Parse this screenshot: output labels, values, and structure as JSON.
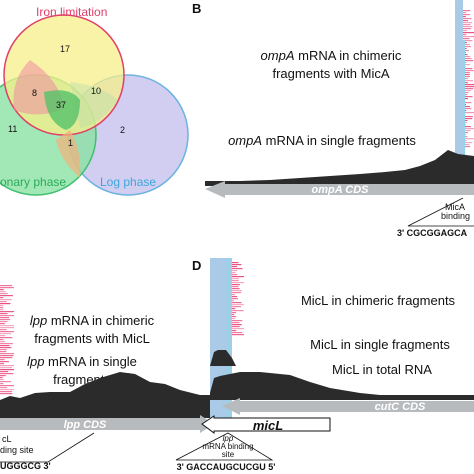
{
  "panel_labels": {
    "b": "B",
    "d": "D"
  },
  "venn": {
    "set_labels": {
      "iron": "Iron limitation",
      "stationary": "onary phase",
      "log": "Log phase"
    },
    "counts": {
      "iron_only": "17",
      "iron_stationary": "8",
      "iron_log": "10",
      "all_three": "37",
      "stationary_only": "11",
      "stationary_log": "1",
      "log_only": "2"
    },
    "colors": {
      "iron": "#f6ef8a",
      "stationary": "#8be2a4",
      "log": "#c9c6ee",
      "iron_edge": "#e0406a",
      "stationary_edge": "#40c070",
      "log_edge": "#6bb3e0"
    }
  },
  "panel_b": {
    "chimeric_label": {
      "gene": "ompA",
      "line1_rest": " mRNA in chimeric",
      "line2": "fragments with MicA"
    },
    "single_label": {
      "gene": "ompA",
      "rest": " mRNA in single fragments"
    },
    "cds_label": "ompA CDS",
    "binding_label": {
      "line1": "MicA",
      "line2": "binding"
    },
    "sequence": "3' CGCGGAGCA"
  },
  "panel_c": {
    "chimeric_label": {
      "gene": "lpp",
      "line1_rest": " mRNA  in chimeric",
      "line2": "fragments with MicL"
    },
    "single_label": {
      "gene": "lpp",
      "line1_rest": " mRNA in single",
      "line2": "fragments"
    },
    "cds_label": "lpp CDS",
    "binding_label": {
      "line1": "cL",
      "line2": "ding site"
    },
    "sequence": "UGGGCG 3'"
  },
  "panel_d": {
    "chimeric_label": "MicL in chimeric fragments",
    "single_label": "MicL in single fragments",
    "total_label": "MicL in total RNA",
    "cds_label": "cutC CDS",
    "gene_label": "micL",
    "binding_label": {
      "gene": "lpp",
      "line2": "mRNA binding",
      "line3": "site"
    },
    "sequence": "3' GACCAUGCUCGU 5'"
  },
  "colors": {
    "coverage": "#2b2b2b",
    "cds_arrow": "#b8bbbe",
    "pink": "#e8457a",
    "blue": "#a9cbe8",
    "cyan_line": "#8fd6e6"
  }
}
